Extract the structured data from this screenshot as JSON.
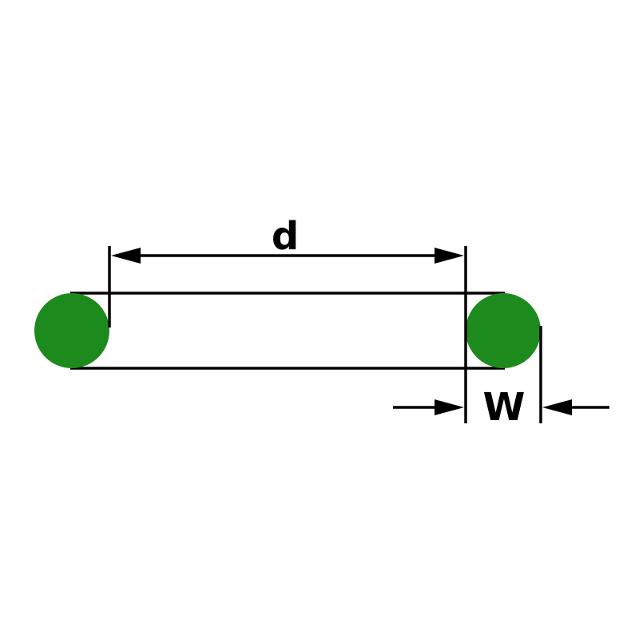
{
  "diagram": {
    "kind": "o-ring-dimension-drawing",
    "labels": {
      "inner_diameter": "d",
      "cross_section_width": "W"
    },
    "colors": {
      "ring_fill": "#1d8a1d",
      "line": "#000000",
      "background": "#ffffff"
    }
  }
}
